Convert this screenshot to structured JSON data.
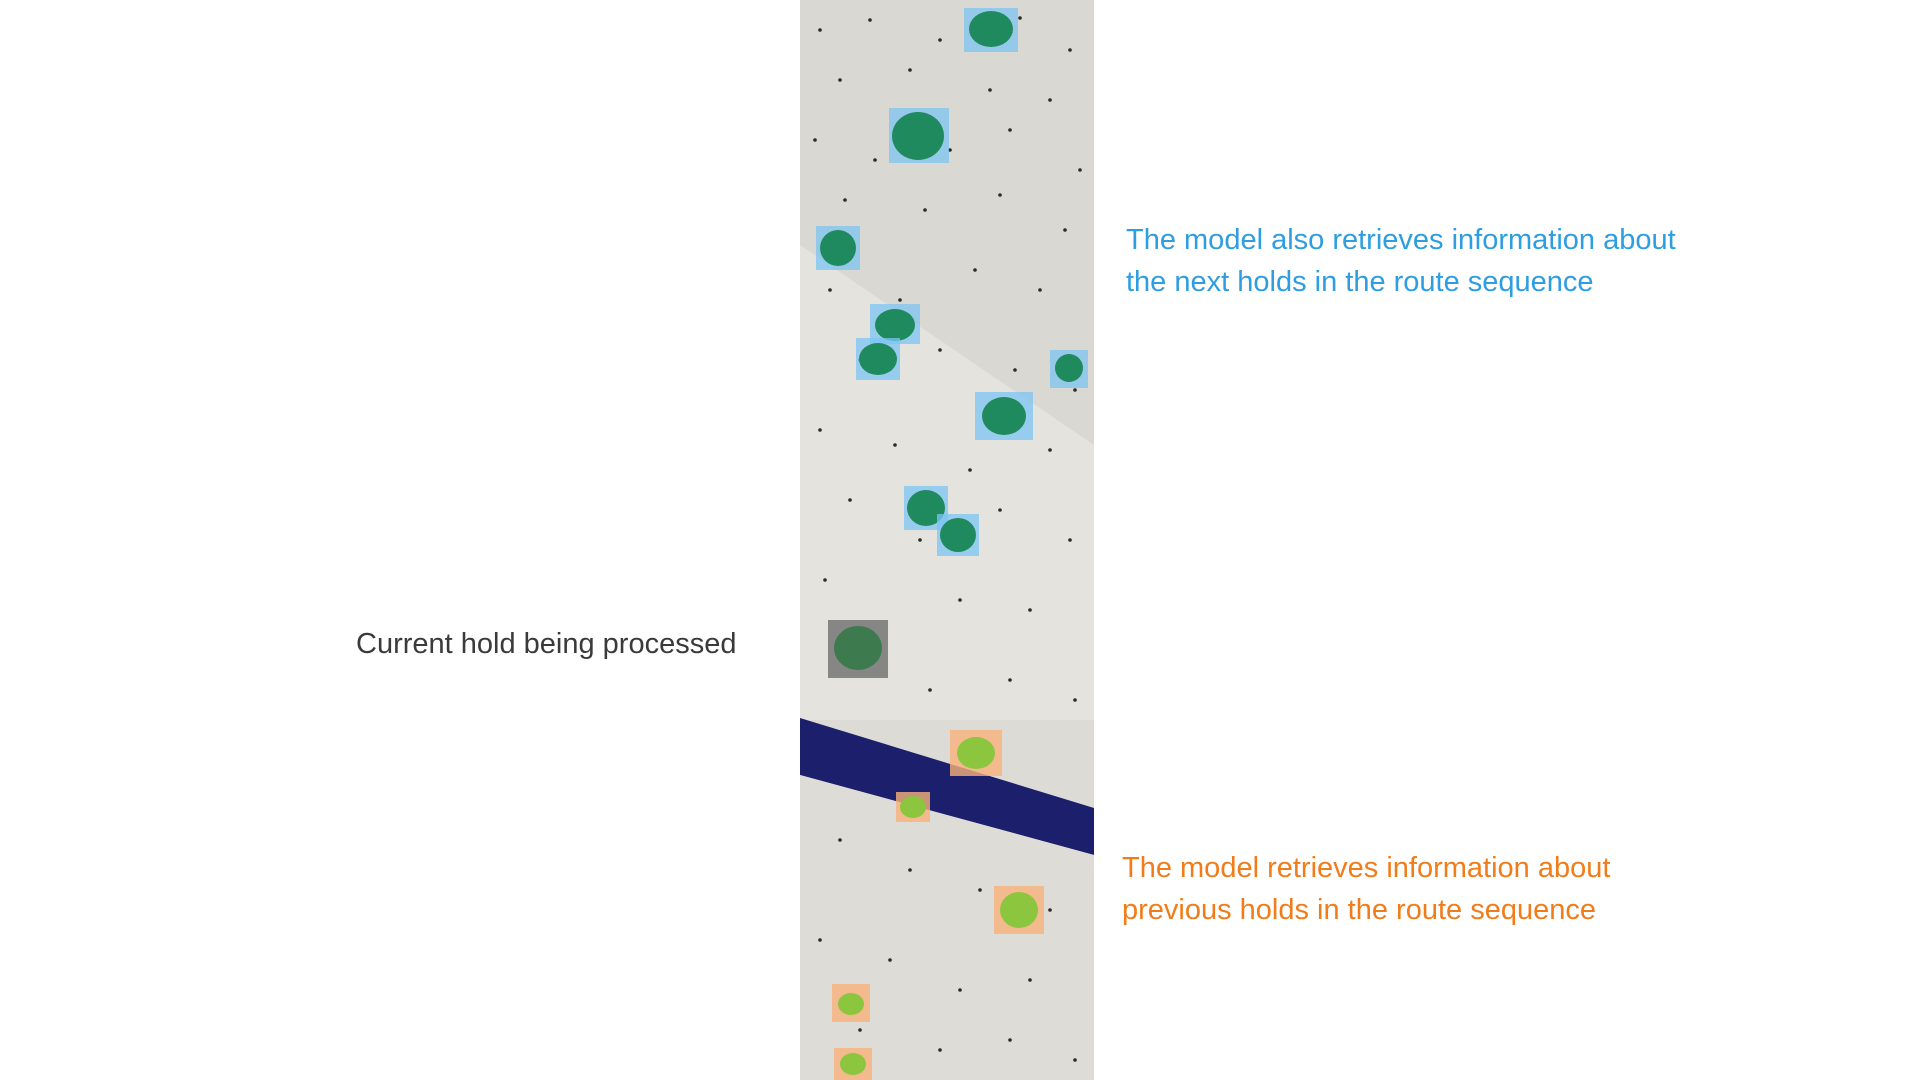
{
  "captions": {
    "next_holds": {
      "line1": "The model also retrieves information about",
      "line2": "the next holds in the route sequence",
      "color": "#2e9ee0"
    },
    "current_hold": {
      "text": "Current hold being processed",
      "color": "#3a3a3a"
    },
    "previous_holds": {
      "line1": "The model retrieves information about",
      "line2": "previous holds in the route sequence",
      "color": "#f07d1a"
    }
  },
  "colors": {
    "next_highlight": "#7cc4f2",
    "current_highlight": "#6e6e6e",
    "previous_highlight": "#f7b27a",
    "wall": "#dcdbd6",
    "volume_band": "#1c1f6b",
    "next_hold": "#1f8a5e",
    "previous_hold": "#8cc63f"
  }
}
